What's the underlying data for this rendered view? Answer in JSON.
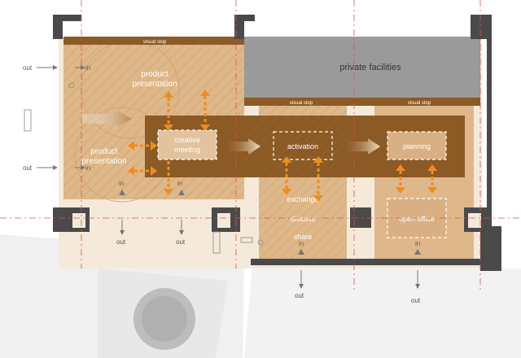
{
  "labels": {
    "visual_stop_top": "visual stop",
    "visual_stop_mid": "visual stop",
    "visual_stop_right": "visual stop",
    "private_facilities": "private facilities",
    "product_presentation_top_1": "product",
    "product_presentation_top_2": "presentation",
    "product_presentation_left_1": "product",
    "product_presentation_left_2": "presentation",
    "creative_meeting_1": "creative",
    "creative_meeting_2": "meeting",
    "activation": "activation",
    "planning": "planning",
    "open_office": "open office",
    "exchange": "exchange",
    "discuss": "discuss",
    "share": "share",
    "out_left_top": "out",
    "in_left_top": "in",
    "out_left_mid": "out",
    "in_left_mid": "in",
    "in_bottom_a": "in",
    "in_bottom_b": "in",
    "out_bottom_a": "out",
    "out_bottom_b": "out",
    "in_share": "in",
    "out_share": "out",
    "in_office": "in",
    "out_office": "out"
  },
  "colors": {
    "wall": "#4a4a4a",
    "private": "#9a9a9a",
    "zone_light": "#e0bc8f",
    "zone_mid": "#d6ab78",
    "band": "#8b5a25",
    "band_dark": "#6b4218",
    "accent_orange": "#f08c1e",
    "paper": "#f3e6d6"
  }
}
